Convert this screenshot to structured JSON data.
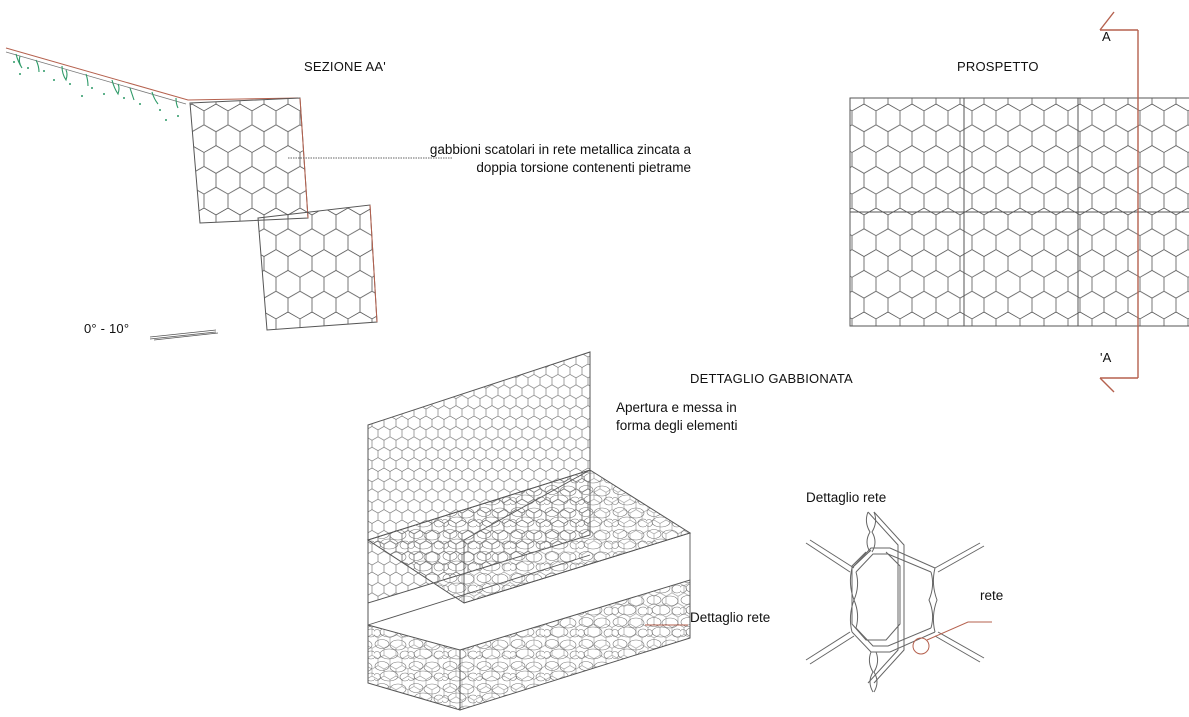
{
  "section": {
    "title": "SEZIONE AA'",
    "angle_label": "0° - 10°",
    "note_line1": "gabbioni scatolari in rete metallica zincata a",
    "note_line2": "doppia torsione contenenti pietrame"
  },
  "elevation": {
    "title": "PROSPETTO",
    "cut_top": "A",
    "cut_bottom": "'A"
  },
  "detail": {
    "title": "DETTAGLIO GABBIONATA",
    "step_line1": "Apertura e messa in",
    "step_line2": "forma degli elementi",
    "callout": "Dettaglio rete"
  },
  "mesh_detail": {
    "title": "Dettaglio rete",
    "callout": "rete"
  },
  "colors": {
    "line": "#555555",
    "section_line": "#b5614e",
    "vegetation": "#2e9a68",
    "grass": "#3aa872"
  }
}
